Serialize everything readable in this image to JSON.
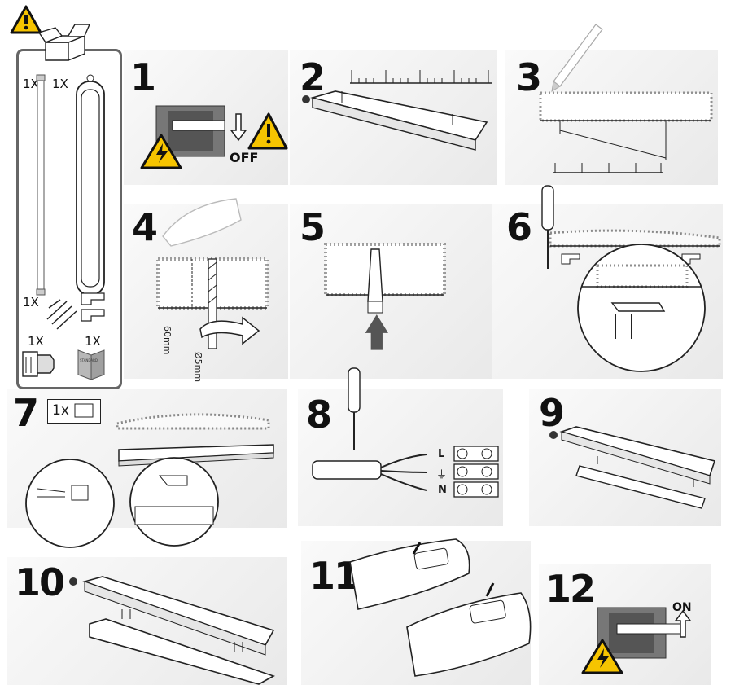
{
  "header": {
    "icon": "warning-icon"
  },
  "contents": {
    "items": [
      {
        "qty": "1X",
        "icon": "led-tube-icon"
      },
      {
        "qty": "1X",
        "icon": "diffuser-cover-icon"
      },
      {
        "qty": "1X",
        "icon": "screws-and-plugs-icon"
      },
      {
        "qty": "1X",
        "icon": "cable-gland-icon"
      },
      {
        "qty": "1X",
        "icon": "manual-booklet-icon"
      }
    ],
    "booklet_text": "STANDARD"
  },
  "steps": [
    {
      "num": "1",
      "label": "OFF"
    },
    {
      "num": "2"
    },
    {
      "num": "3"
    },
    {
      "num": "4",
      "depth": "60mm",
      "diameter": "Ø5mm"
    },
    {
      "num": "5"
    },
    {
      "num": "6"
    },
    {
      "num": "7",
      "note": "1x"
    },
    {
      "num": "8",
      "terminals": [
        "L",
        "⏚",
        "N"
      ]
    },
    {
      "num": "9"
    },
    {
      "num": "10"
    },
    {
      "num": "11"
    },
    {
      "num": "12",
      "label": "ON"
    }
  ],
  "colors": {
    "warning_yellow": "#f6c400",
    "switch_gray": "#6b6b6b",
    "arrow_gray": "#555555"
  }
}
